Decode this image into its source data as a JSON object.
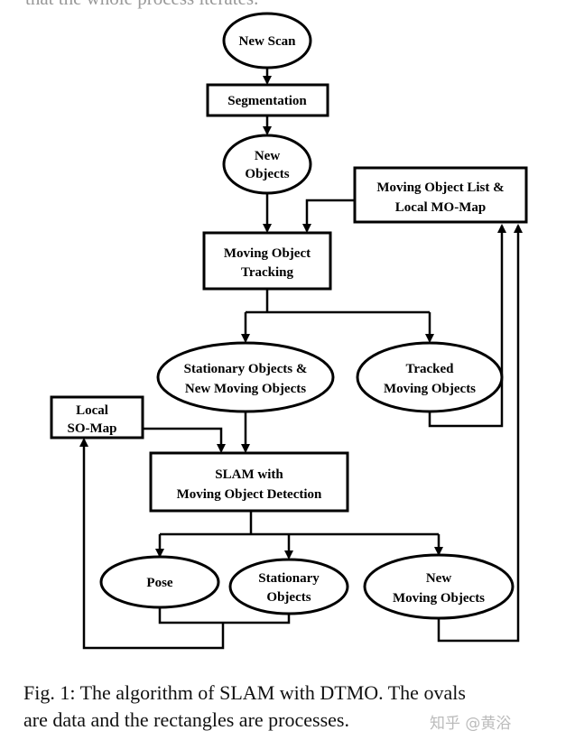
{
  "top_text": "that the whole process iterates.",
  "nodes": {
    "new_scan": "New Scan",
    "segmentation": "Segmentation",
    "new_objects": [
      "New",
      "Objects"
    ],
    "mo_list": [
      "Moving Object List  &",
      "Local MO-Map"
    ],
    "mo_tracking": [
      "Moving Object",
      "Tracking"
    ],
    "stationary_new_moving": [
      "Stationary Objects &",
      "New Moving Objects"
    ],
    "tracked": [
      "Tracked",
      "Moving Objects"
    ],
    "local_so_map": [
      "Local",
      "SO-Map"
    ],
    "slam": [
      "SLAM with",
      "Moving Object Detection"
    ],
    "pose": "Pose",
    "stationary": [
      "Stationary",
      "Objects"
    ],
    "new_moving": [
      "New",
      "Moving Objects"
    ]
  },
  "caption": {
    "line1": "Fig. 1: The algorithm of SLAM with DTMO. The ovals",
    "line2": "are data and the rectangles are processes."
  },
  "watermark": "知乎 @黄浴"
}
